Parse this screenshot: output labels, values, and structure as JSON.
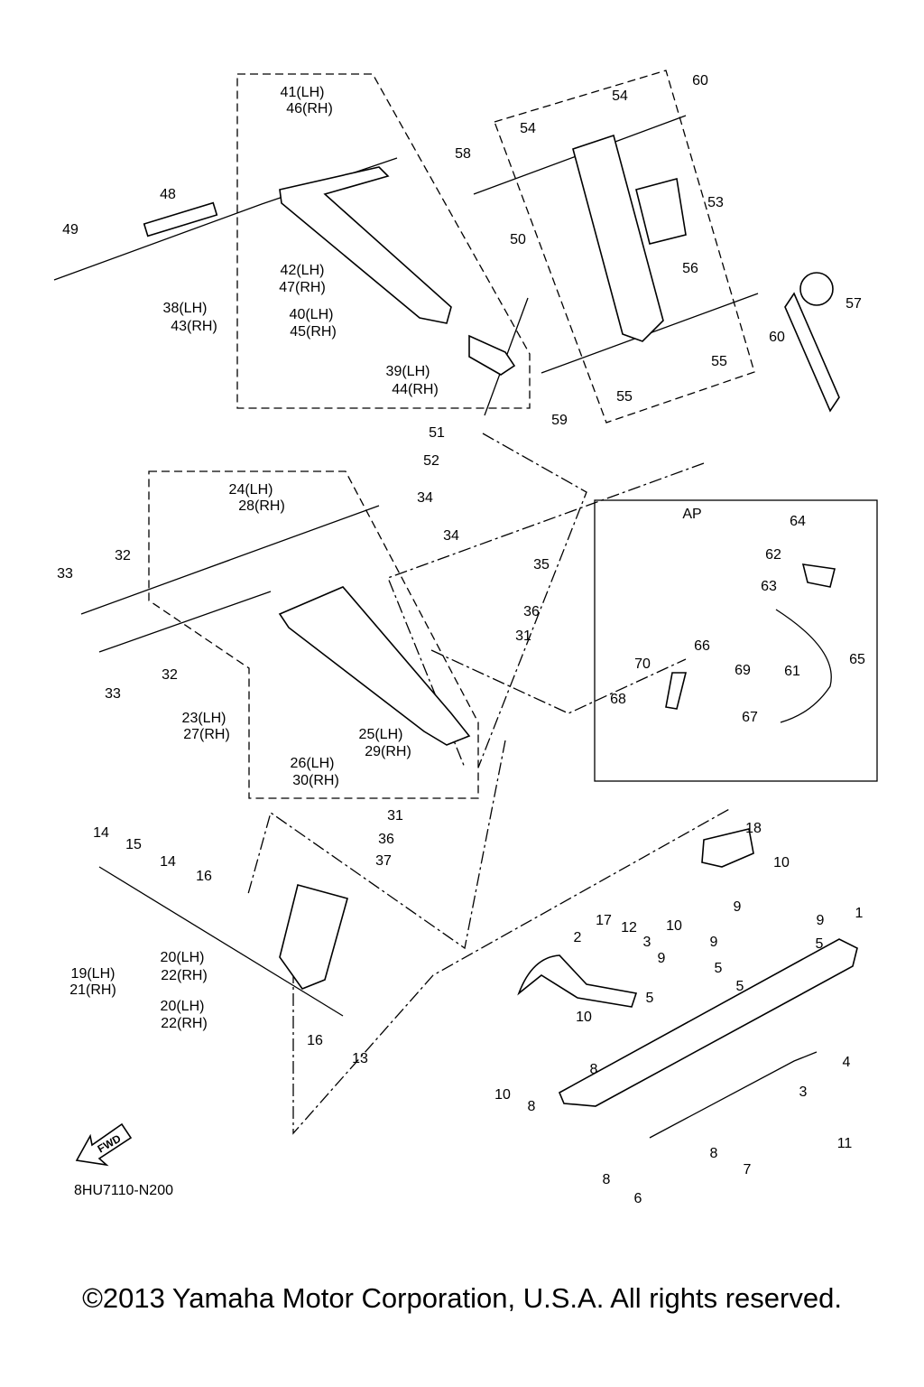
{
  "diagram": {
    "code": "8HU7110-N200",
    "copyright": "©2013 Yamaha Motor Corporation, U.S.A. All rights reserved.",
    "fwd_label": "FWD",
    "ap_label": "AP",
    "callouts": [
      "41(LH)",
      "46(RH)",
      "48",
      "49",
      "42(LH)",
      "47(RH)",
      "38(LH)",
      "43(RH)",
      "40(LH)",
      "45(RH)",
      "39(LH)",
      "44(RH)",
      "50",
      "51",
      "52",
      "58",
      "54",
      "54",
      "60",
      "53",
      "56",
      "60",
      "55",
      "55",
      "59",
      "57",
      "24(LH)",
      "28(RH)",
      "34",
      "34",
      "32",
      "33",
      "32",
      "33",
      "35",
      "36",
      "31",
      "23(LH)",
      "27(RH)",
      "25(LH)",
      "29(RH)",
      "26(LH)",
      "30(RH)",
      "31",
      "36",
      "37",
      "64",
      "62",
      "63",
      "65",
      "66",
      "70",
      "69",
      "61",
      "68",
      "67",
      "14",
      "15",
      "14",
      "16",
      "19(LH)",
      "21(RH)",
      "20(LH)",
      "22(RH)",
      "20(LH)",
      "22(RH)",
      "16",
      "13",
      "18",
      "10",
      "9",
      "9",
      "1",
      "17",
      "12",
      "10",
      "3",
      "9",
      "9",
      "5",
      "5",
      "5",
      "5",
      "2",
      "10",
      "8",
      "10",
      "8",
      "4",
      "3",
      "11",
      "8",
      "7",
      "8",
      "6"
    ]
  }
}
